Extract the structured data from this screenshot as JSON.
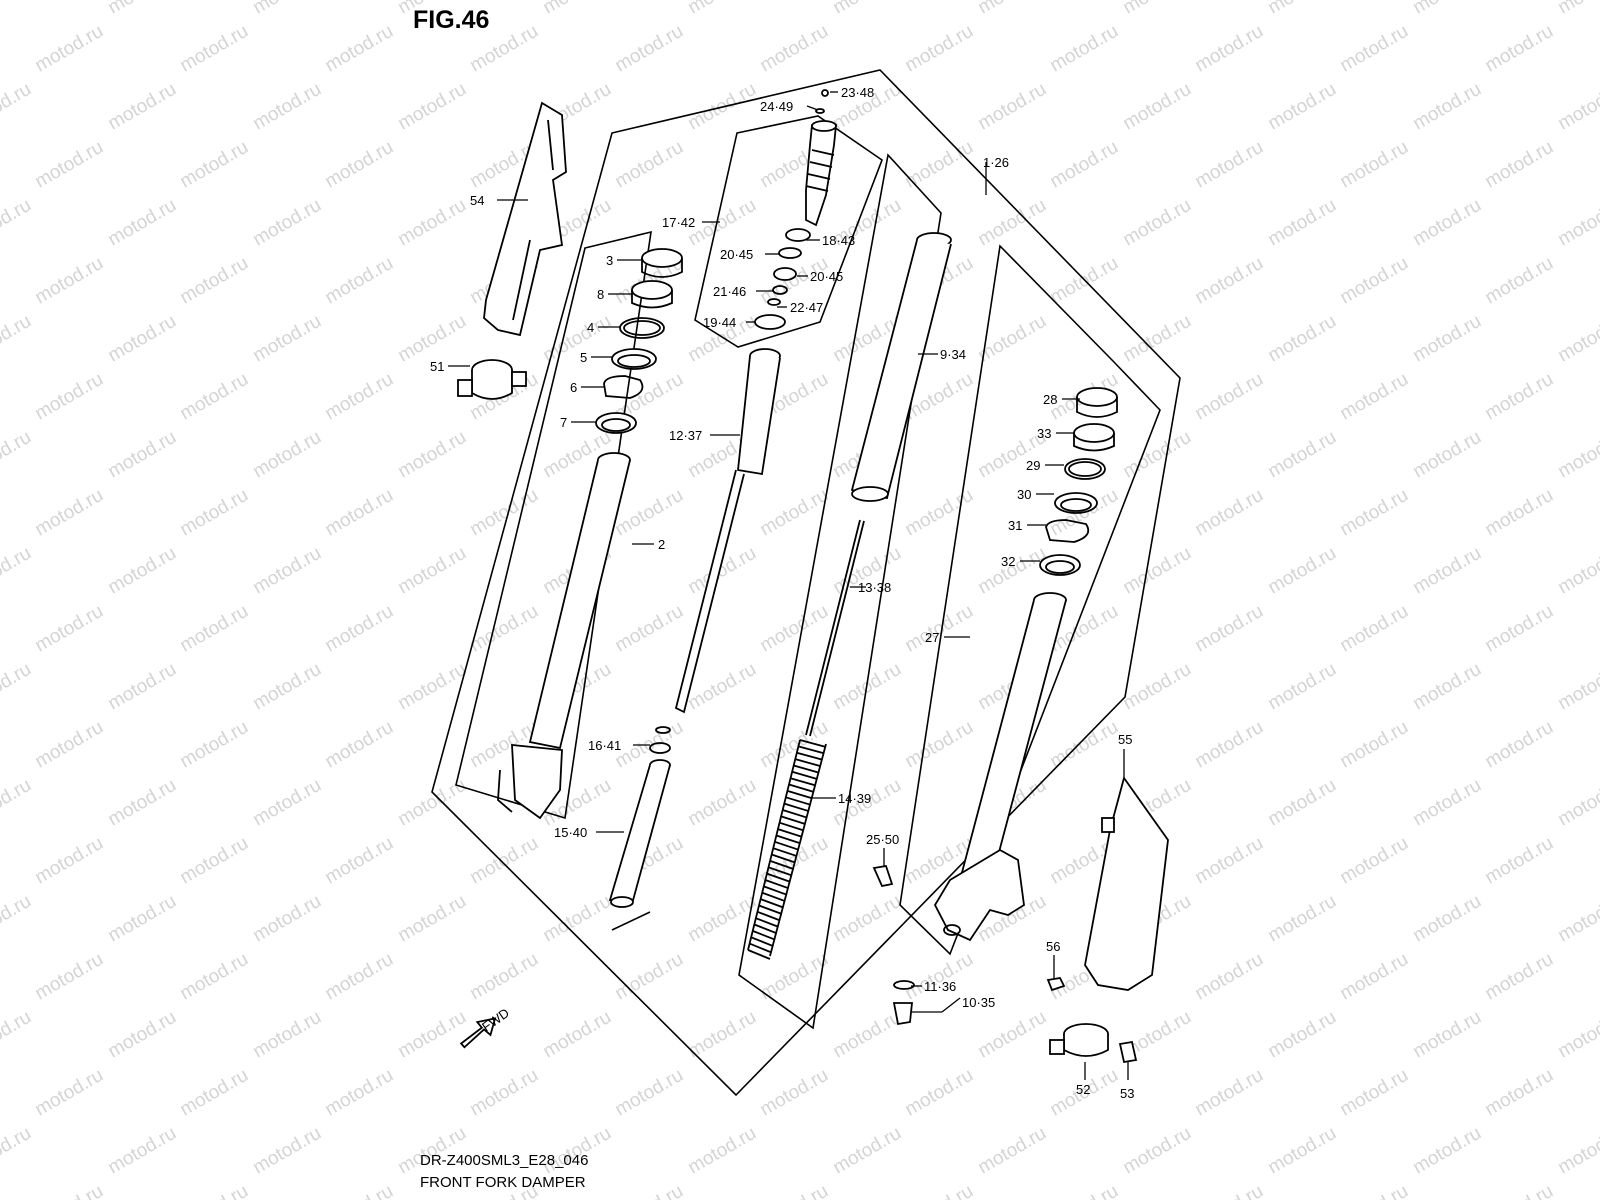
{
  "figure": {
    "title": "FIG.46",
    "model_code": "DR-Z400SML3_E28_046",
    "name": "FRONT FORK DAMPER",
    "direction_badge": "FWD",
    "watermark": "motod.ru"
  },
  "callouts": [
    {
      "id": "c-23-48",
      "text": "23·48"
    },
    {
      "id": "c-24-49",
      "text": "24·49"
    },
    {
      "id": "c-1-26",
      "text": "1·26"
    },
    {
      "id": "c-54",
      "text": "54"
    },
    {
      "id": "c-17-42",
      "text": "17·42"
    },
    {
      "id": "c-18-43",
      "text": "18·43"
    },
    {
      "id": "c-20-45a",
      "text": "20·45"
    },
    {
      "id": "c-20-45b",
      "text": "20·45"
    },
    {
      "id": "c-21-46",
      "text": "21·46"
    },
    {
      "id": "c-22-47",
      "text": "22·47"
    },
    {
      "id": "c-19-44",
      "text": "19·44"
    },
    {
      "id": "c-3",
      "text": "3"
    },
    {
      "id": "c-8",
      "text": "8"
    },
    {
      "id": "c-4",
      "text": "4"
    },
    {
      "id": "c-5",
      "text": "5"
    },
    {
      "id": "c-6",
      "text": "6"
    },
    {
      "id": "c-7",
      "text": "7"
    },
    {
      "id": "c-51",
      "text": "51"
    },
    {
      "id": "c-2",
      "text": "2"
    },
    {
      "id": "c-12-37",
      "text": "12·37"
    },
    {
      "id": "c-9-34",
      "text": "9·34"
    },
    {
      "id": "c-13-38",
      "text": "13·38"
    },
    {
      "id": "c-28",
      "text": "28"
    },
    {
      "id": "c-33",
      "text": "33"
    },
    {
      "id": "c-29",
      "text": "29"
    },
    {
      "id": "c-30",
      "text": "30"
    },
    {
      "id": "c-31",
      "text": "31"
    },
    {
      "id": "c-32",
      "text": "32"
    },
    {
      "id": "c-27",
      "text": "27"
    },
    {
      "id": "c-16-41",
      "text": "16·41"
    },
    {
      "id": "c-15-40",
      "text": "15·40"
    },
    {
      "id": "c-14-39",
      "text": "14·39"
    },
    {
      "id": "c-25-50",
      "text": "25·50"
    },
    {
      "id": "c-55",
      "text": "55"
    },
    {
      "id": "c-56",
      "text": "56"
    },
    {
      "id": "c-11-36",
      "text": "11·36"
    },
    {
      "id": "c-10-35",
      "text": "10·35"
    },
    {
      "id": "c-52",
      "text": "52"
    },
    {
      "id": "c-53",
      "text": "53"
    }
  ]
}
